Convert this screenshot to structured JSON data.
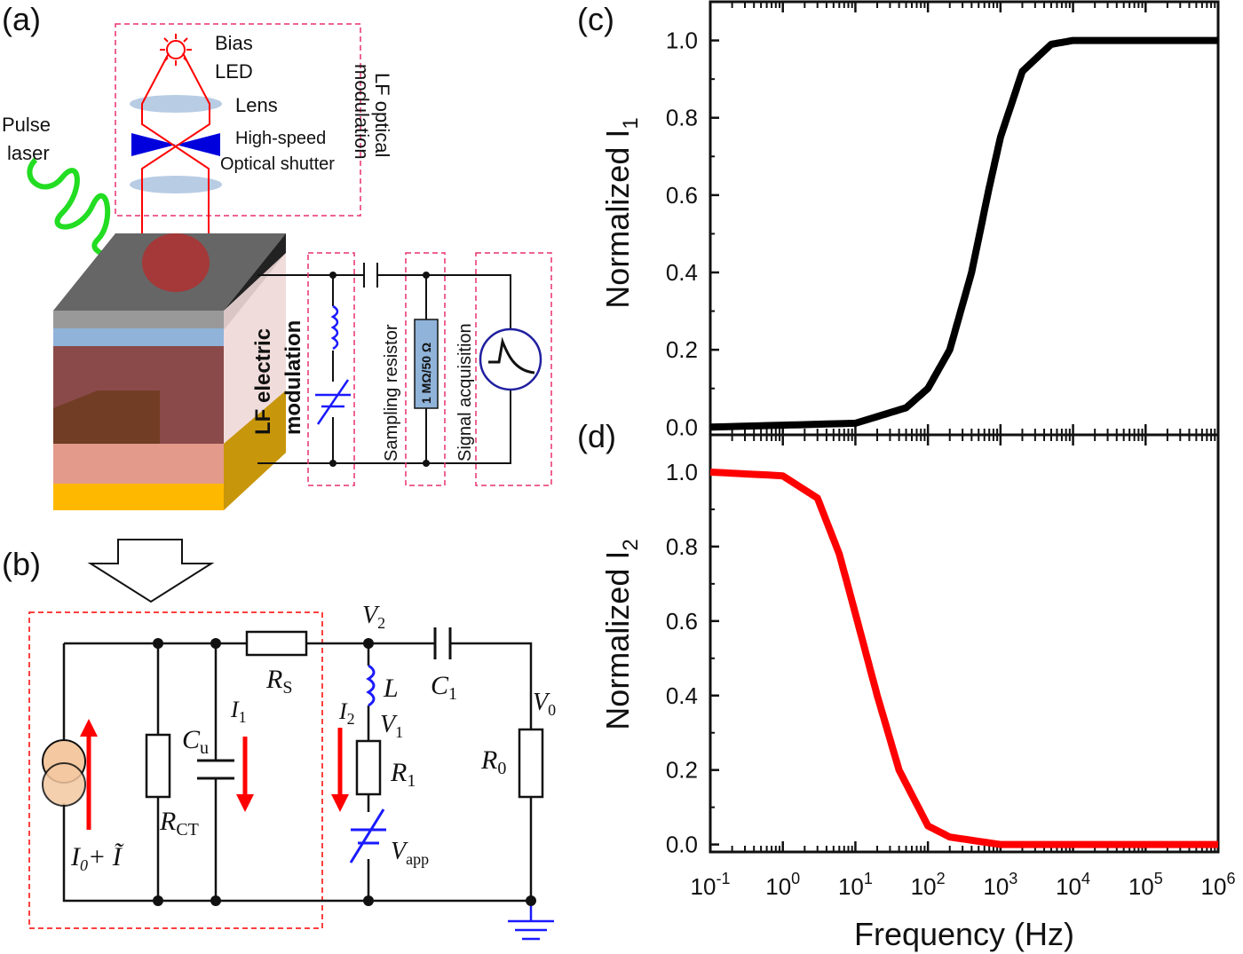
{
  "panels": {
    "a": "(a)",
    "b": "(b)",
    "c": "(c)",
    "d": "(d)"
  },
  "setup": {
    "bias_led_line1": "Bias",
    "bias_led_line2": "LED",
    "lens": "Lens",
    "shutter_line1": "High-speed",
    "shutter_line2": "Optical shutter",
    "lf_optical_line1": "LF optical",
    "lf_optical_line2": "modulation",
    "pulse_laser_line1": "Pulse",
    "pulse_laser_line2": "laser",
    "lf_electric_line1": "LF electric",
    "lf_electric_line2": "modulation",
    "sampling_resistor": "Sampling resistor",
    "resistor_value": "1 MΩ/50 Ω",
    "signal_acquisition": "Signal acquisition"
  },
  "circuit": {
    "source_current_main": "I",
    "source_current_sub": "0",
    "source_current_tilde": "+ Ĩ",
    "r_ct": "R",
    "r_ct_sub": "CT",
    "c_u": "C",
    "c_u_sub": "u",
    "i1": "I",
    "i1_sub": "1",
    "r_s": "R",
    "r_s_sub": "S",
    "v2": "V",
    "v2_sub": "2",
    "l": "L",
    "i2": "I",
    "i2_sub": "2",
    "v1": "V",
    "v1_sub": "1",
    "r1": "R",
    "r1_sub": "1",
    "v_app": "V",
    "v_app_sub": "app",
    "c1": "C",
    "c1_sub": "1",
    "v0": "V",
    "v0_sub": "0",
    "r0": "R",
    "r0_sub": "0"
  },
  "colors": {
    "series_c": "#000000",
    "series_d": "#ff0000",
    "dashed_box": "#e8306a",
    "blue": "#1a1aff",
    "green": "#22dd22"
  },
  "chart_data": [
    {
      "type": "line",
      "ylabel": "Normalized I",
      "ylabel_sub": "1",
      "xlabel": "",
      "x_scale": "log",
      "xlim": [
        0.1,
        1000000
      ],
      "ylim": [
        -0.02,
        1.1
      ],
      "yticks": [
        "0.0",
        "0.2",
        "0.4",
        "0.6",
        "0.8",
        "1.0"
      ],
      "series": [
        {
          "x": [
            0.1,
            10,
            50,
            100,
            200,
            400,
            700,
            1000,
            2000,
            5000,
            10000,
            1000000
          ],
          "y": [
            0.0,
            0.01,
            0.05,
            0.1,
            0.2,
            0.4,
            0.62,
            0.75,
            0.92,
            0.99,
            1.0,
            1.0
          ]
        }
      ]
    },
    {
      "type": "line",
      "ylabel": "Normalized I",
      "ylabel_sub": "2",
      "xlabel": "Frequency (Hz)",
      "x_scale": "log",
      "xlim": [
        0.1,
        1000000
      ],
      "ylim": [
        -0.02,
        1.1
      ],
      "yticks": [
        "0.0",
        "0.2",
        "0.4",
        "0.6",
        "0.8",
        "1.0"
      ],
      "xticks": [
        {
          "base": "10",
          "exp": "-1"
        },
        {
          "base": "10",
          "exp": "0"
        },
        {
          "base": "10",
          "exp": "1"
        },
        {
          "base": "10",
          "exp": "2"
        },
        {
          "base": "10",
          "exp": "3"
        },
        {
          "base": "10",
          "exp": "4"
        },
        {
          "base": "10",
          "exp": "5"
        },
        {
          "base": "10",
          "exp": "6"
        }
      ],
      "series": [
        {
          "x": [
            0.1,
            1,
            3,
            6,
            10,
            20,
            40,
            100,
            200,
            1000,
            1000000
          ],
          "y": [
            1.0,
            0.99,
            0.93,
            0.78,
            0.62,
            0.4,
            0.2,
            0.05,
            0.02,
            0.0,
            0.0
          ]
        }
      ]
    }
  ]
}
